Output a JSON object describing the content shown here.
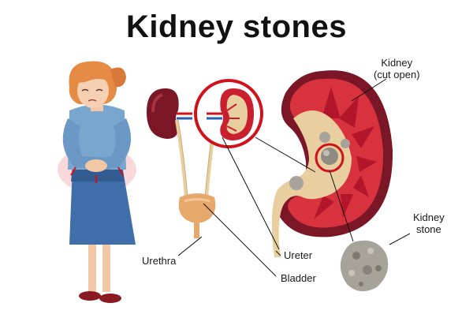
{
  "title": "Kidney stones",
  "labels": {
    "kidney_cut": [
      "Kidney",
      "(cut open)"
    ],
    "kidney_stone": [
      "Kidney",
      "stone"
    ],
    "urethra": "Urethra",
    "ureter": "Ureter",
    "bladder": "Bladder"
  },
  "colors": {
    "kidney_red": "#c8202e",
    "kidney_dark": "#7a1626",
    "pelvis_tan": "#e9cfa0",
    "stone_gray": "#a8a39a",
    "highlight_circle": "#d0121d",
    "dress_blue": "#3f6ea8",
    "shirt_blue": "#78a6cf",
    "hair_orange": "#e58b45"
  }
}
